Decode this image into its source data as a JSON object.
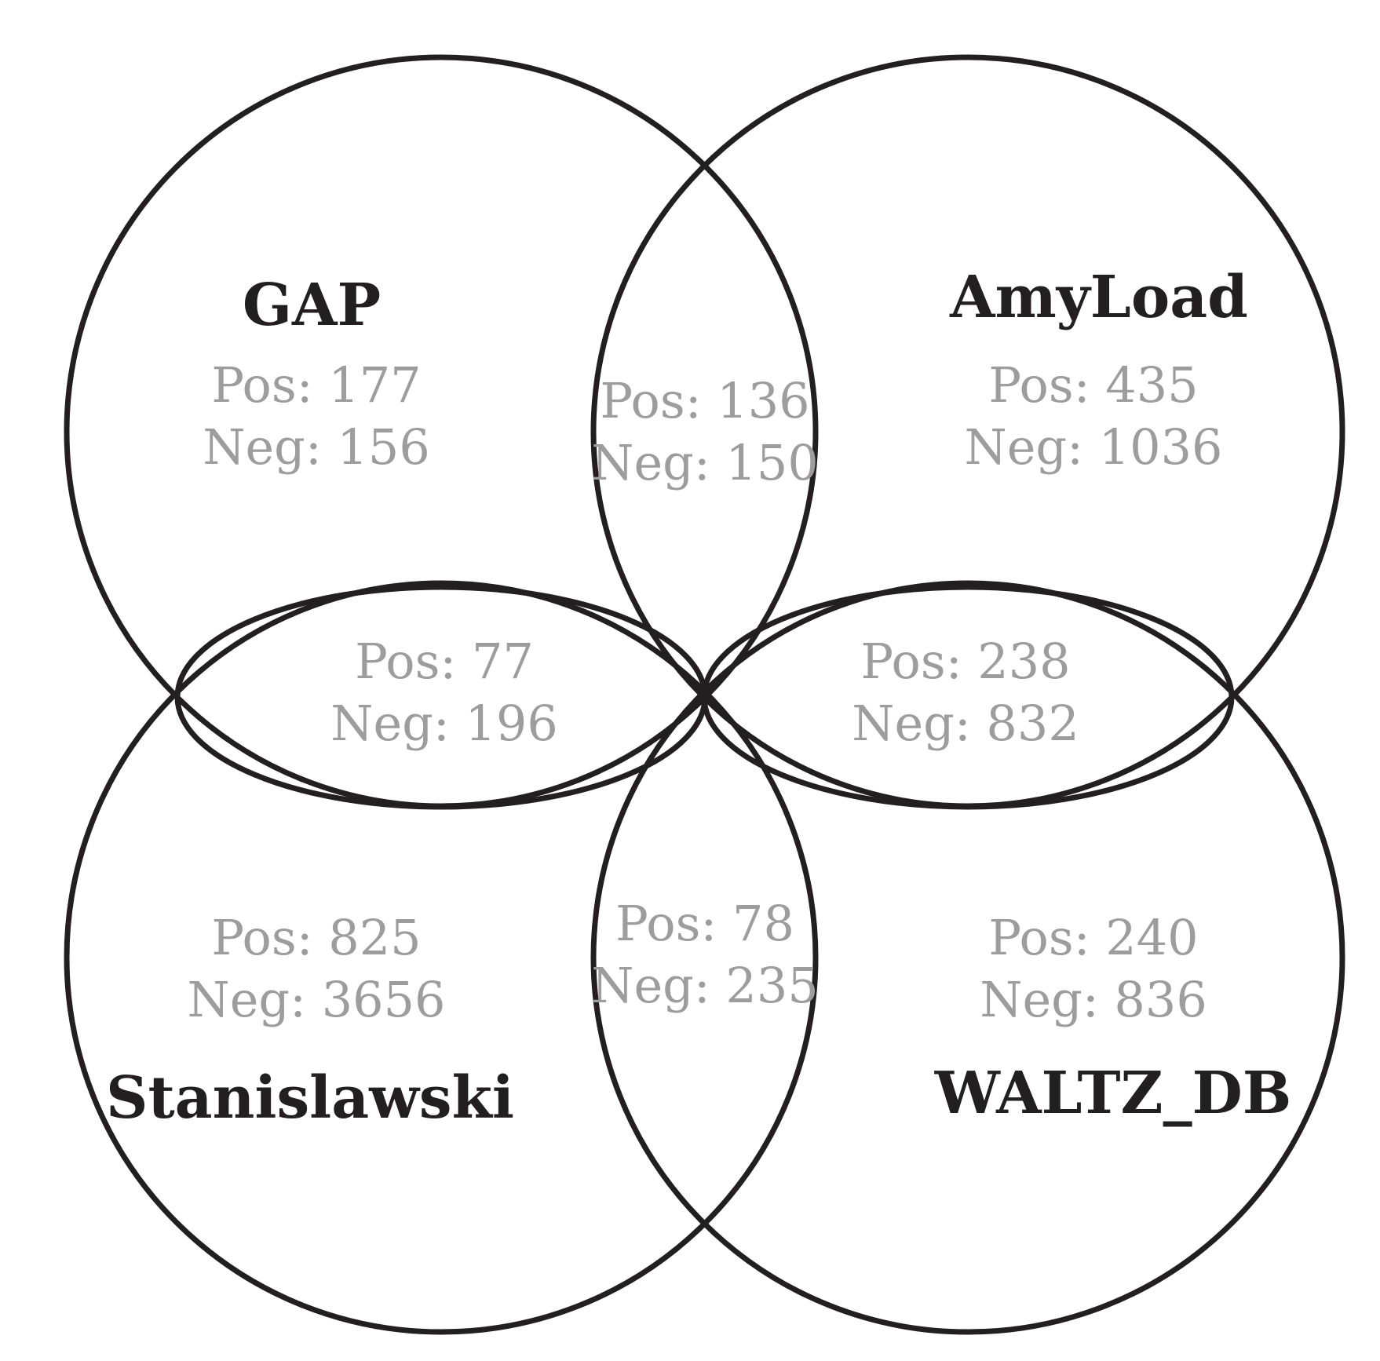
{
  "sets": {
    "gap": {
      "label": "GAP"
    },
    "amyload": {
      "label": "AmyLoad"
    },
    "stanislawski": {
      "label": "Stanislawski"
    },
    "waltz": {
      "label": "WALTZ_DB"
    }
  },
  "regions": {
    "gap_only": {
      "pos": "Pos: 177",
      "neg": "Neg: 156"
    },
    "gap_amyload": {
      "pos": "Pos: 136",
      "neg": "Neg: 150"
    },
    "amyload_only": {
      "pos": "Pos: 435",
      "neg": "Neg: 1036"
    },
    "gap_stanislawski": {
      "pos": "Pos: 77",
      "neg": "Neg: 196"
    },
    "amyload_waltz": {
      "pos": "Pos: 238",
      "neg": "Neg: 832"
    },
    "stanislawski_only": {
      "pos": "Pos: 825",
      "neg": "Neg: 3656"
    },
    "stanislawski_waltz": {
      "pos": "Pos: 78",
      "neg": "Neg: 235"
    },
    "waltz_only": {
      "pos": "Pos: 240",
      "neg": "Neg: 836"
    }
  },
  "colors": {
    "outline": "#231f20",
    "count_text": "#9d9d9d",
    "background": "#ffffff"
  }
}
